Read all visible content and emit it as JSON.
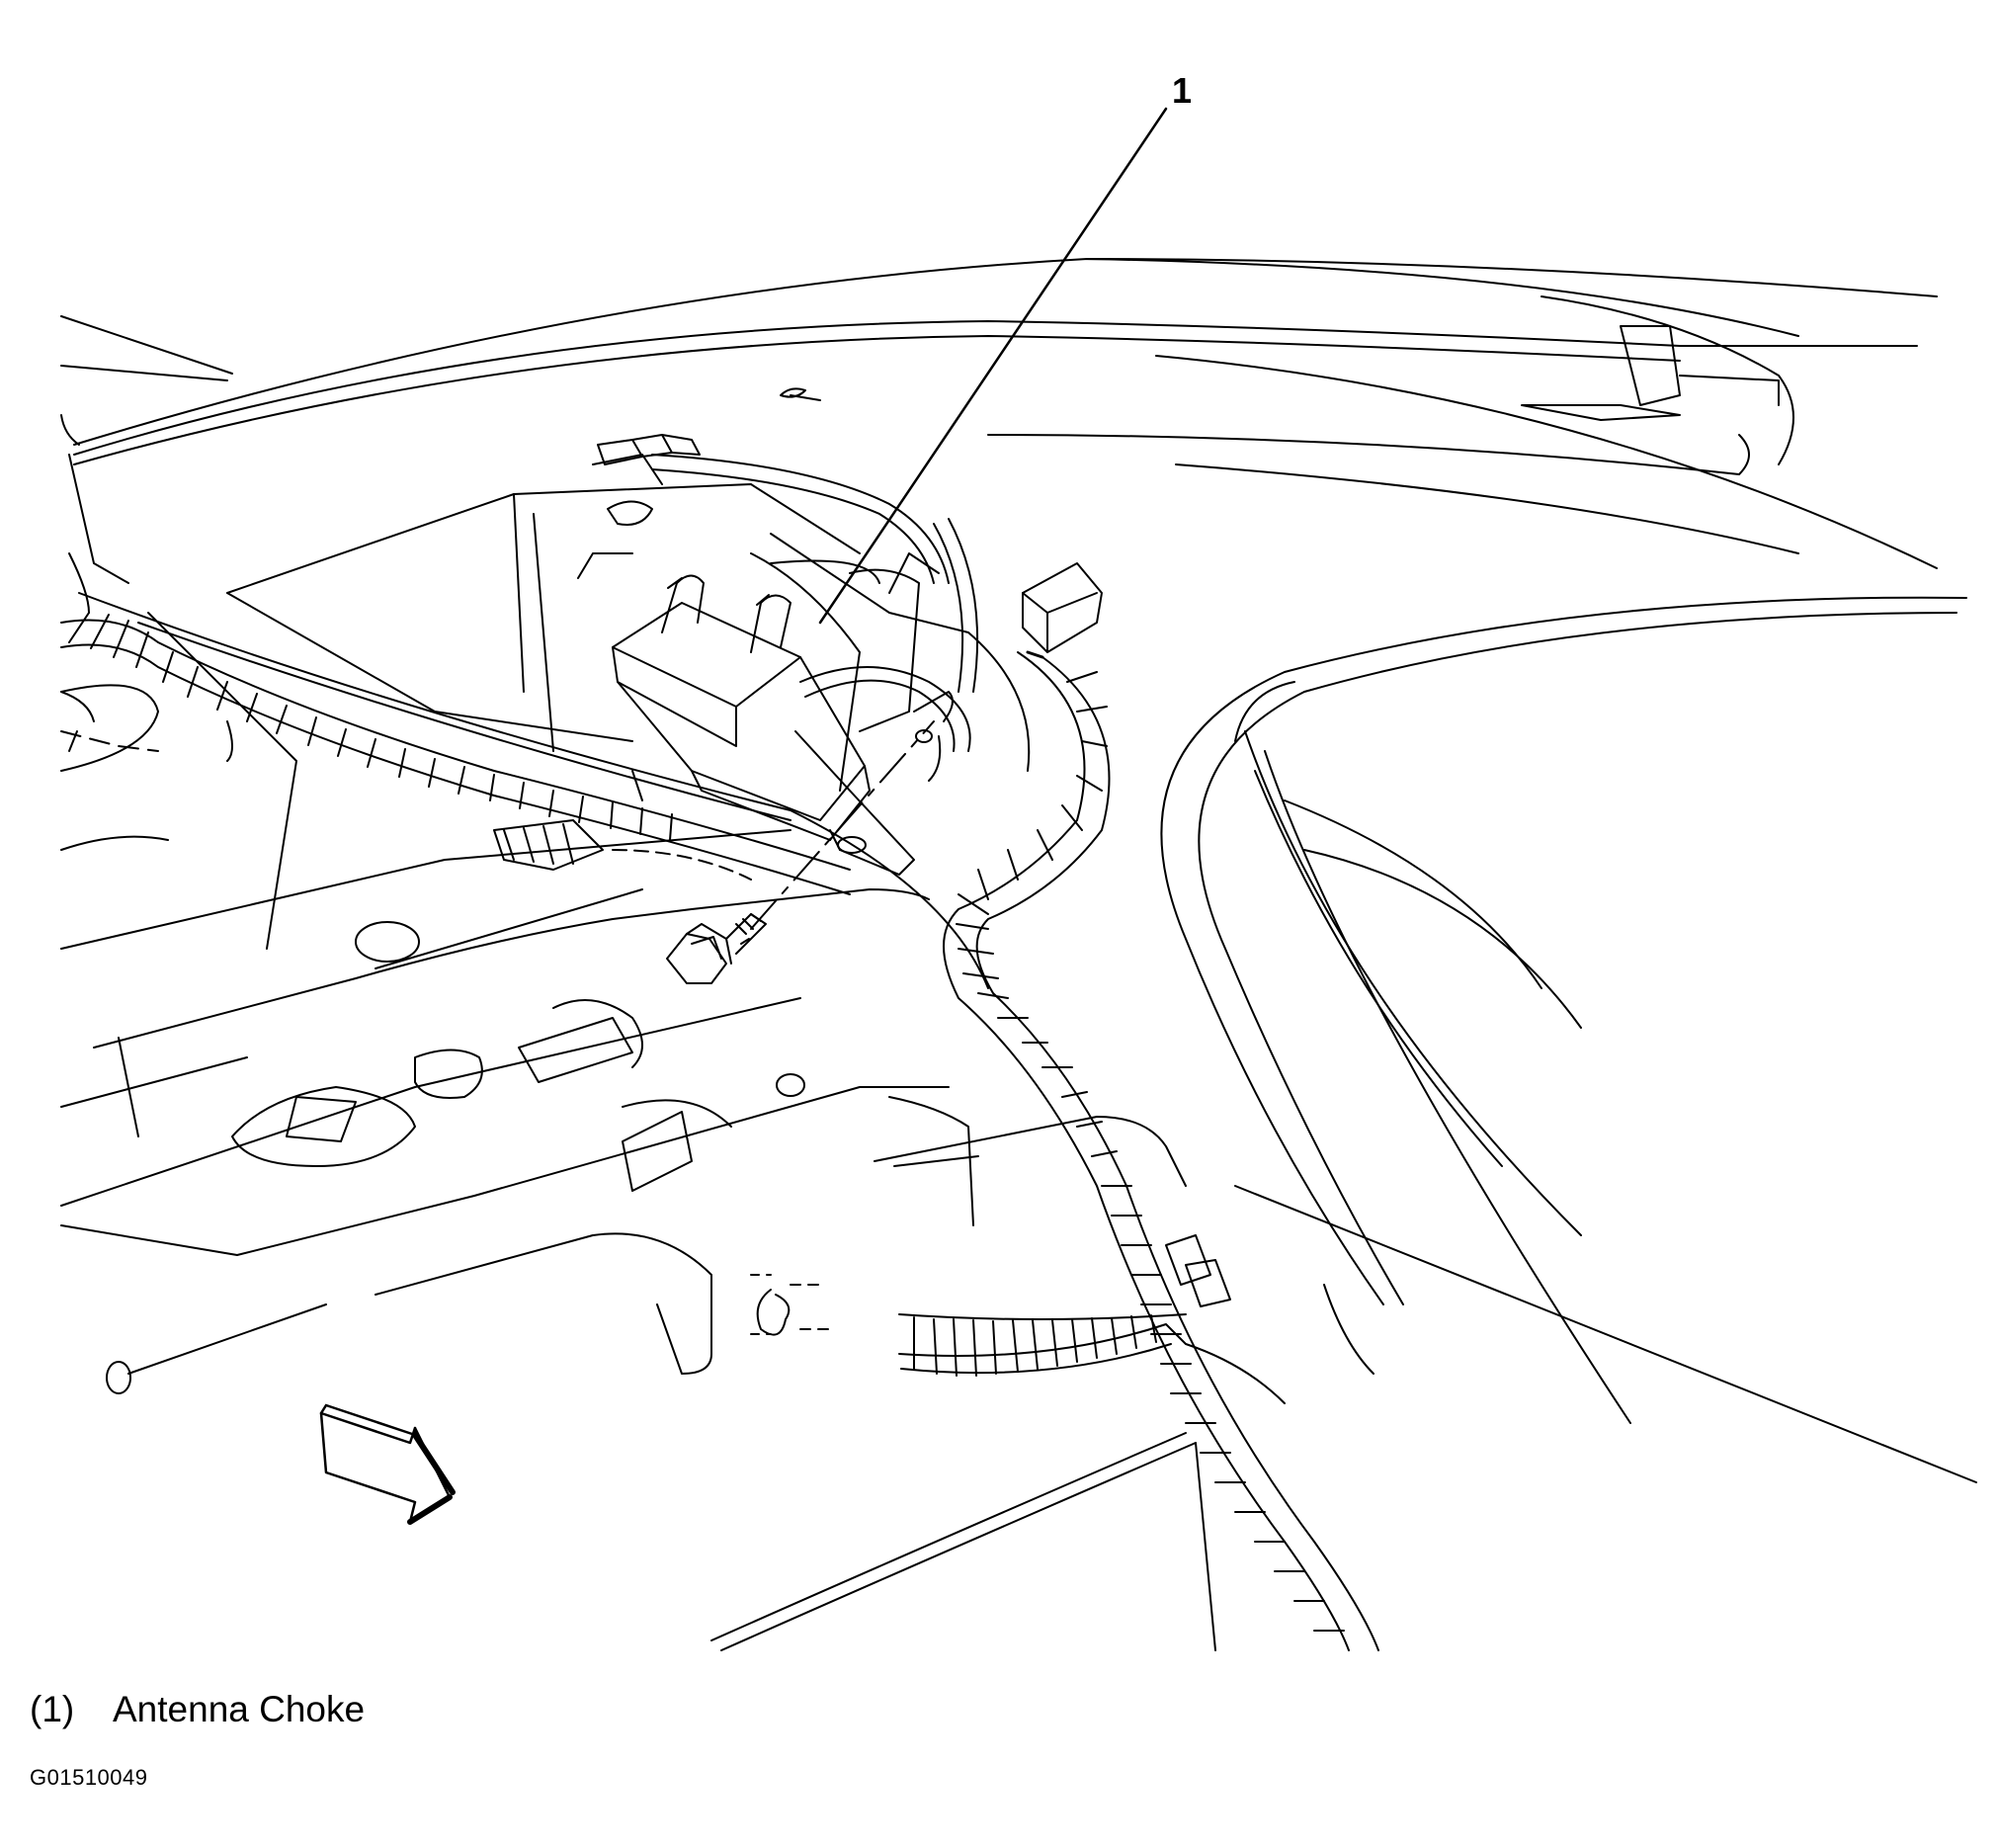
{
  "diagram": {
    "callout_number": "1",
    "legend": [
      {
        "number": "(1)",
        "label": "Antenna Choke"
      }
    ],
    "figure_id": "G01510049"
  },
  "colors": {
    "line": "#000000",
    "background": "#ffffff"
  },
  "icons": {
    "direction_arrow": "forward-arrow-icon",
    "bolt": "bolt-icon"
  }
}
